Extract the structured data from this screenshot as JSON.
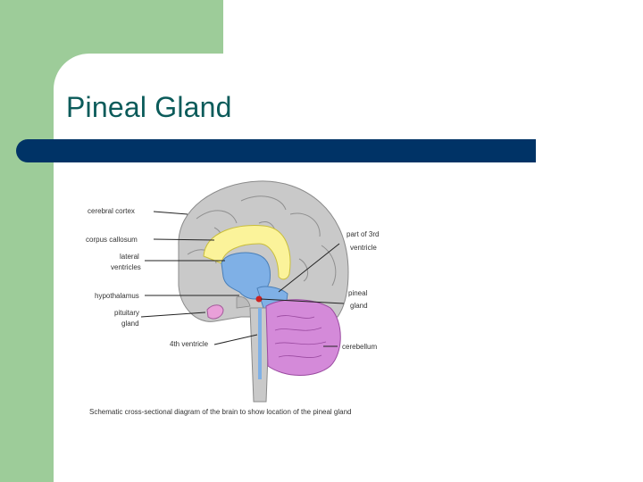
{
  "slide": {
    "title": "Pineal Gland"
  },
  "diagram": {
    "labels": {
      "cerebral_cortex": "cerebral cortex",
      "corpus_callosum": "corpus callosum",
      "lateral": "lateral",
      "ventricles": "ventricles",
      "hypothalamus": "hypothalamus",
      "pituitary": "pituitary",
      "gland": "gland",
      "fourth_ventricle": "4th ventricle",
      "part_of_3rd": "part of 3rd",
      "ventricle": "ventricle",
      "pineal": "pineal",
      "pineal_gland": "gland",
      "cerebellum": "cerebellum"
    },
    "caption": "Schematic cross-sectional diagram of the brain to show location of the pineal gland"
  },
  "colors": {
    "background_green": "#9dcc99",
    "title": "#0b5b5a",
    "title_bar": "#003366",
    "brain_gray": "#c9c9c9",
    "corpus_yellow": "#fbf39a",
    "ventricle_blue": "#7fb0e6",
    "cerebellum_purple": "#d48ad9",
    "pineal_red": "#cc2222"
  }
}
